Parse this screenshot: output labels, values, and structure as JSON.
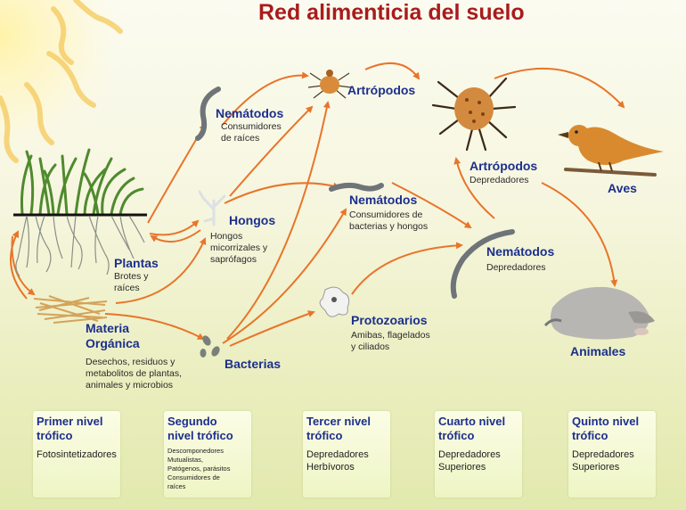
{
  "title": "Red alimenticia del suelo",
  "nodes": {
    "plantas": {
      "label": "Plantas",
      "desc": [
        "Brotes y",
        "raíces"
      ]
    },
    "materia": {
      "label": [
        "Materia",
        "Orgánica"
      ],
      "desc": [
        "Desechos, residuos y",
        "metabolitos de plantas,",
        "animales y microbios"
      ]
    },
    "nematodos_raices": {
      "label": "Nemátodos",
      "desc": [
        "Consumidores",
        "de raíces"
      ]
    },
    "hongos": {
      "label": "Hongos",
      "desc": [
        "Hongos",
        "micorrizales y",
        "saprófagos"
      ]
    },
    "bacterias": {
      "label": "Bacterias"
    },
    "artropodos": {
      "label": "Artrópodos"
    },
    "nematodos_bact": {
      "label": "Nemátodos",
      "desc": [
        "Consumidores de",
        "bacterias y hongos"
      ]
    },
    "protozoarios": {
      "label": "Protozoarios",
      "desc": [
        "Amibas, flagelados",
        "y ciliados"
      ]
    },
    "artropodos_dep": {
      "label": "Artrópodos",
      "desc": [
        "Depredadores"
      ]
    },
    "nematodos_dep": {
      "label": "Nemátodos",
      "desc": [
        "Depredadores"
      ]
    },
    "aves": {
      "label": "Aves"
    },
    "animales": {
      "label": "Animales"
    }
  },
  "levels": [
    {
      "title": [
        "Primer nivel",
        "trófico"
      ],
      "desc": [
        "Fotosintetizadores"
      ]
    },
    {
      "title": [
        "Segundo",
        "nivel trófico"
      ],
      "desc": [
        "Descomponedores",
        "Mutualistas,",
        "Patógenos, parásitos",
        "Consumidores de",
        "raíces"
      ]
    },
    {
      "title": [
        "Tercer nivel",
        "trófico"
      ],
      "desc": [
        "Depredadores",
        "Herbívoros"
      ]
    },
    {
      "title": [
        "Cuarto nivel",
        "trófico"
      ],
      "desc": [
        "Depredadores",
        "Superiores"
      ]
    },
    {
      "title": [
        "Quinto nivel",
        "trófico"
      ],
      "desc": [
        "Depredadores",
        "Superiores"
      ]
    }
  ],
  "colors": {
    "title": "#a81c1c",
    "label": "#1c2f8c",
    "arrow": "#e8752a"
  }
}
